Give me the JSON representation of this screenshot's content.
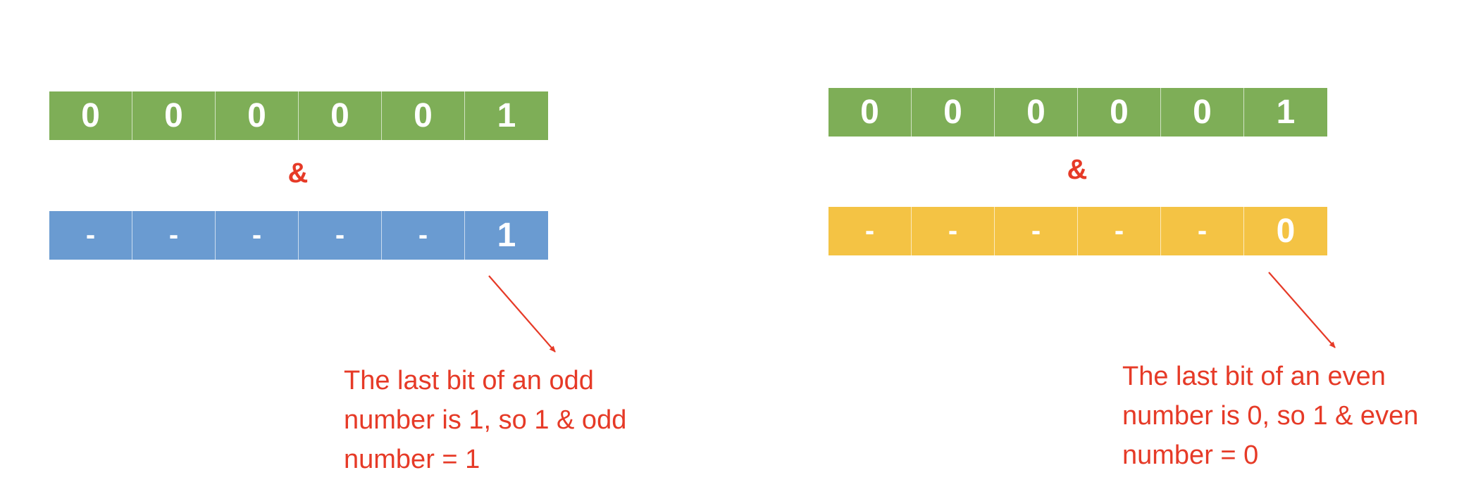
{
  "left": {
    "top_bits": [
      "0",
      "0",
      "0",
      "0",
      "0",
      "1"
    ],
    "operator": "&",
    "bottom_bits": [
      "-",
      "-",
      "-",
      "-",
      "-",
      "1"
    ],
    "note_lines": [
      "The last bit of an odd",
      "number is 1, so 1 & odd",
      "number = 1"
    ]
  },
  "right": {
    "top_bits": [
      "0",
      "0",
      "0",
      "0",
      "0",
      "1"
    ],
    "operator": "&",
    "bottom_bits": [
      "-",
      "-",
      "-",
      "-",
      "-",
      "0"
    ],
    "note_lines": [
      "The last bit of an even",
      "number is 0, so 1 & even",
      "number = 0"
    ]
  },
  "colors": {
    "green": "#7EAE57",
    "blue": "#6A9BD1",
    "yellow": "#F4C344",
    "red": "#E63A27"
  }
}
